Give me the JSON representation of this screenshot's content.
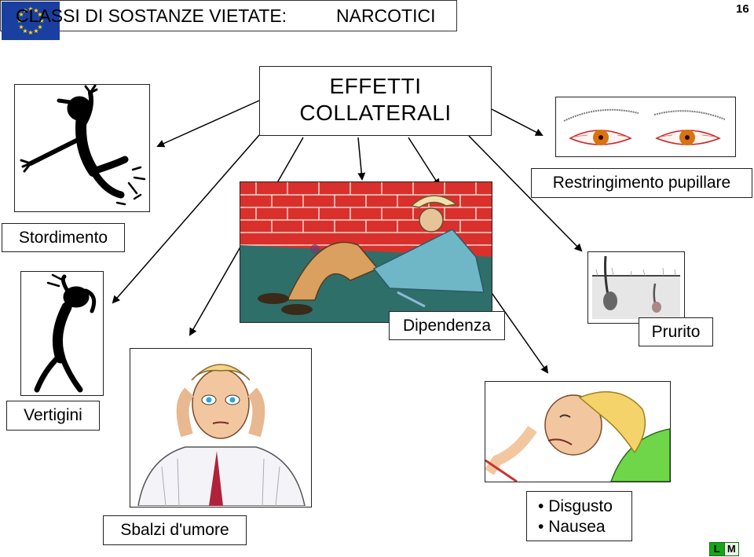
{
  "header": {
    "title_left": "CLASSI DI SOSTANZE VIETATE:",
    "title_right": "NARCOTICI",
    "page_number": "16"
  },
  "center": {
    "line1": "EFFETTI",
    "line2": "COLLATERALI"
  },
  "effects": {
    "stordimento": "Stordimento",
    "restringimento": "Restringimento pupillare",
    "vertigini": "Vertigini",
    "dipendenza": "Dipendenza",
    "prurito": "Prurito",
    "sbalzi": "Sbalzi d'umore",
    "disgusto": "Disgusto",
    "nausea": "Nausea"
  },
  "footer": {
    "logo_l": "L",
    "logo_m": "M"
  },
  "colors": {
    "eu_blue": "#1a3fa0",
    "eu_star": "#ffdd00",
    "brick": "#d33",
    "logo_green": "#19a319"
  }
}
